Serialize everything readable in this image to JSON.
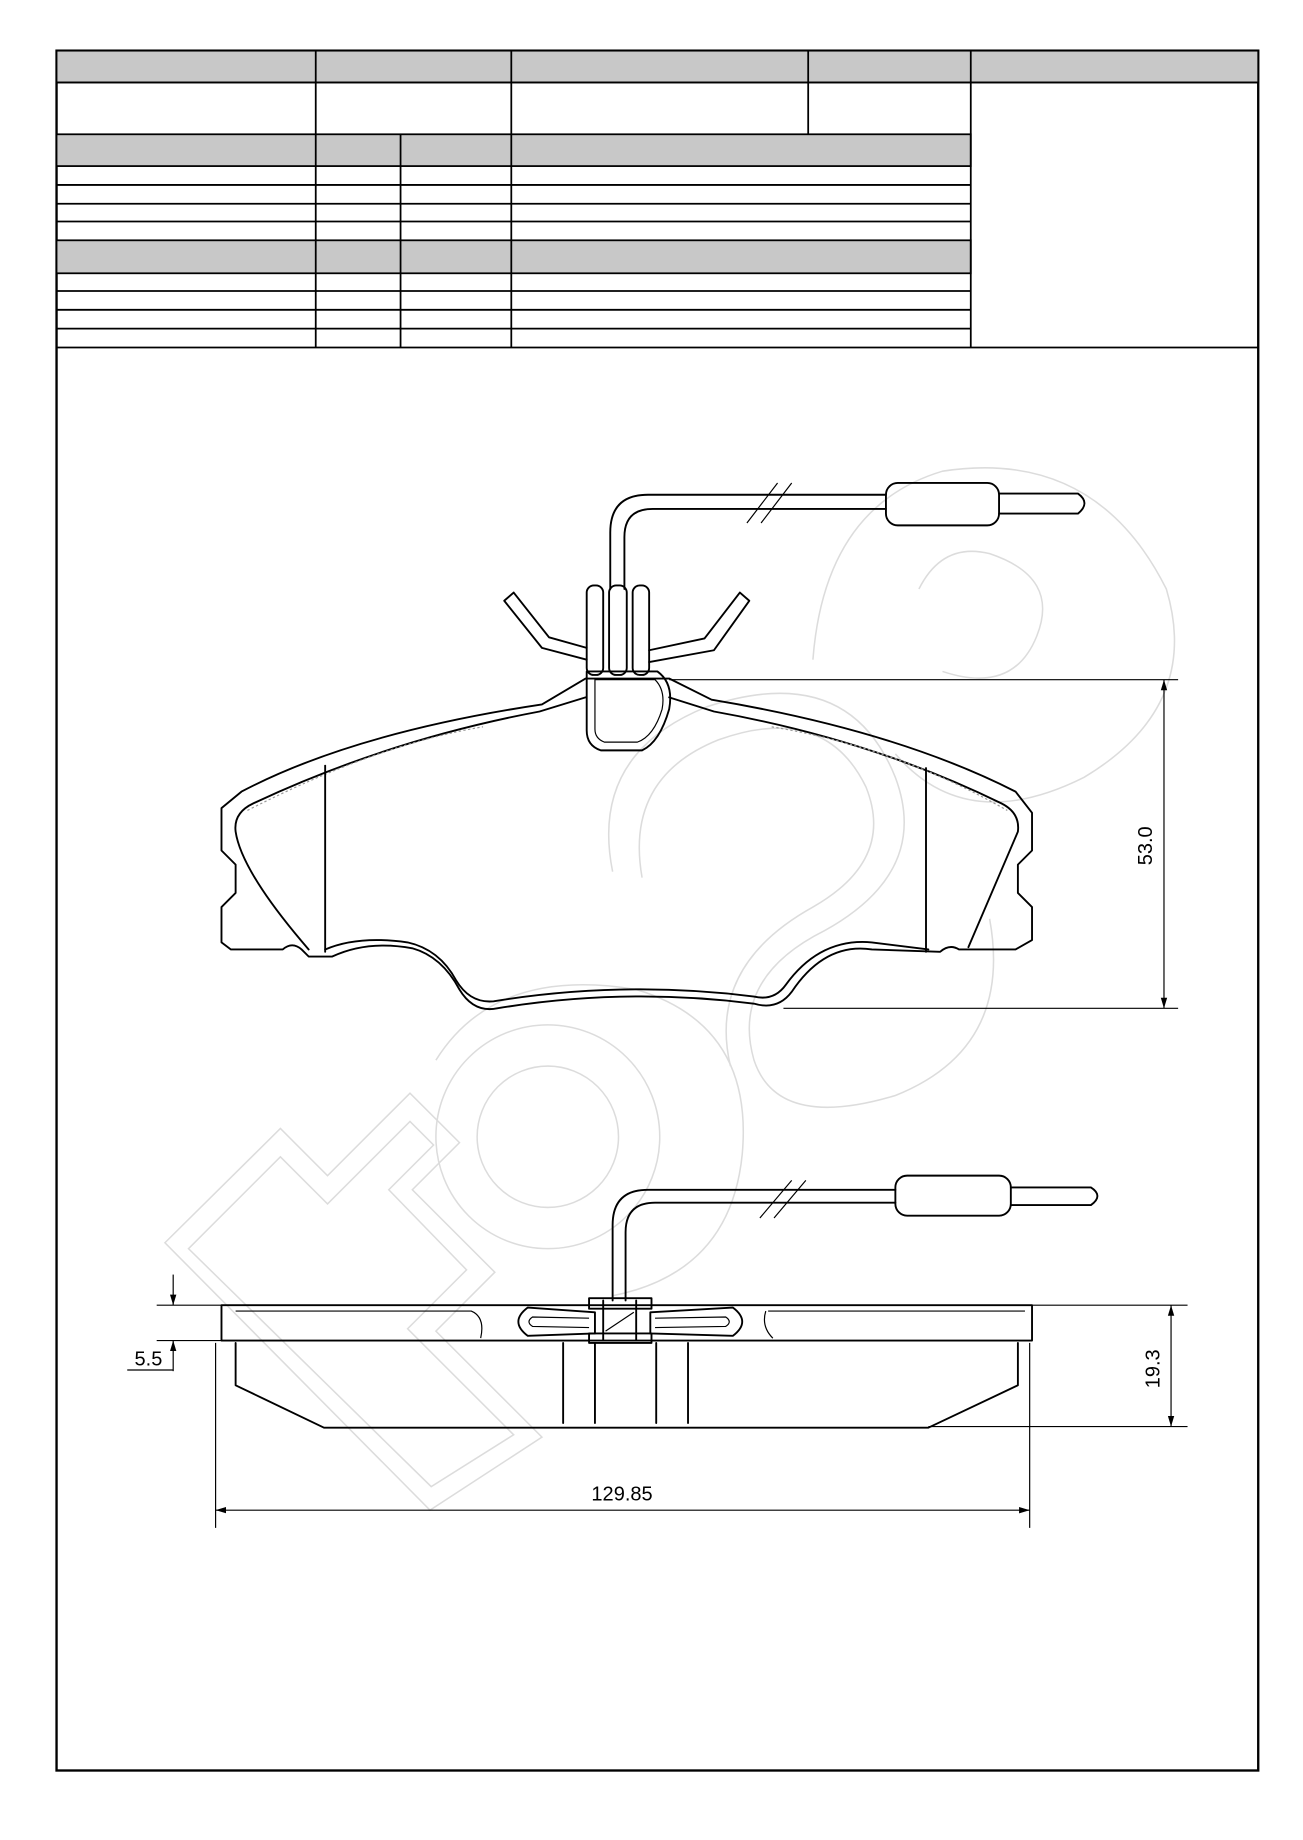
{
  "drawing": {
    "top_view": {
      "height_label": "53.0"
    },
    "side_view": {
      "plate_thickness_label": "5.5",
      "total_thickness_label": "19.3",
      "width_label": "129.85"
    }
  },
  "colors": {
    "line": "#000000",
    "table_header_fill": "#c8c8c8",
    "watermark": "#dcdcdc"
  }
}
